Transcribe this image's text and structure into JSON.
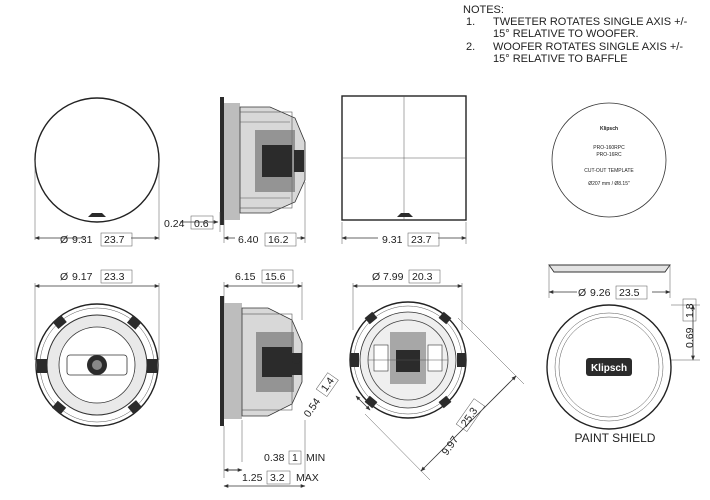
{
  "notes": {
    "heading": "NOTES:",
    "items": [
      {
        "num": "1.",
        "line1": "TWEETER ROTATES SINGLE AXIS +/-",
        "line2": "15° RELATIVE TO WOOFER."
      },
      {
        "num": "2.",
        "line1": "WOOFER ROTATES SINGLE AXIS +/-",
        "line2": "15° RELATIVE TO BAFFLE"
      }
    ]
  },
  "template": {
    "brand": "Klipsch",
    "model1": "PRO-160RPC",
    "model2": "PRO-16RC",
    "label": "CUT-OUT TEMPLATE",
    "size": "Ø207 mm / Ø8.15\""
  },
  "dimensions": {
    "grille_dia": {
      "val": "9.31",
      "mm": "23.7"
    },
    "flange_thick": {
      "val": "0.24",
      "mm": "0.6"
    },
    "depth": {
      "val": "6.40",
      "mm": "16.2"
    },
    "square_width": {
      "val": "9.31",
      "mm": "23.7"
    },
    "baffle_dia": {
      "val": "9.17",
      "mm": "23.3"
    },
    "depth_below": {
      "val": "6.15",
      "mm": "15.6"
    },
    "cutout_dia": {
      "val": "7.99",
      "mm": "20.3"
    },
    "clamp": {
      "val": "0.54",
      "mm": "1.4"
    },
    "diag": {
      "val": "9.97",
      "mm": "25.3"
    },
    "shield_dia": {
      "val": "9.26",
      "mm": "23.5"
    },
    "shield_height": {
      "val": "0.69",
      "mm": "1.8"
    },
    "min": {
      "val": "0.38",
      "mm": "1",
      "suffix": "MIN"
    },
    "max": {
      "val": "1.25",
      "mm": "3.2",
      "suffix": "MAX"
    }
  },
  "labels": {
    "paint_shield": "PAINT SHIELD",
    "shield_brand": "Klipsch",
    "diameter_symbol": "Ø"
  }
}
